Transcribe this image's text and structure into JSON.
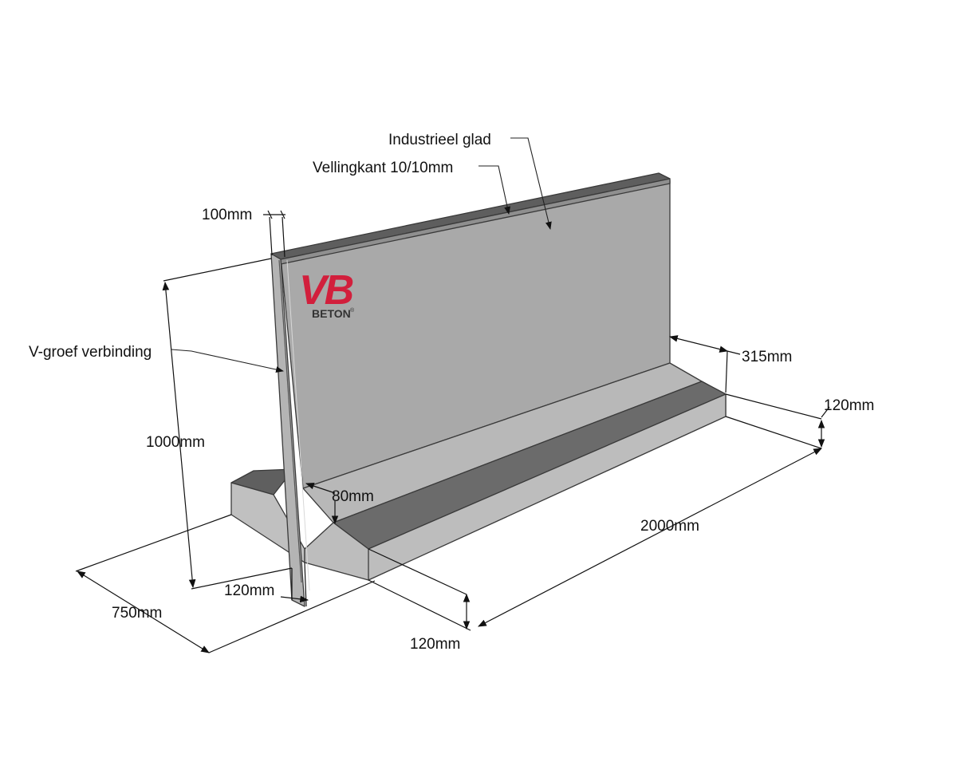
{
  "labels": {
    "finish": "Industrieel glad",
    "chamfer": "Vellingkant 10/10mm",
    "wall_thickness": "100mm",
    "joint": "V-groef verbinding",
    "height": "1000mm",
    "heel": "315mm",
    "base_thickness_right": "120mm",
    "haunch": "80mm",
    "length": "2000mm",
    "depth": "750mm",
    "wall_base_width": "120mm",
    "base_thickness_front": "120mm"
  },
  "logo": {
    "mark": "VB",
    "text": "BETON",
    "registered": "®",
    "color": "#d21f3c"
  },
  "colors": {
    "wall_face": "#a9a9a9",
    "wall_top": "#5e5e5e",
    "base_top": "#6b6b6b",
    "base_front": "#bdbdbd",
    "wall_end": "#b4b4b4",
    "lines": "#111111"
  }
}
